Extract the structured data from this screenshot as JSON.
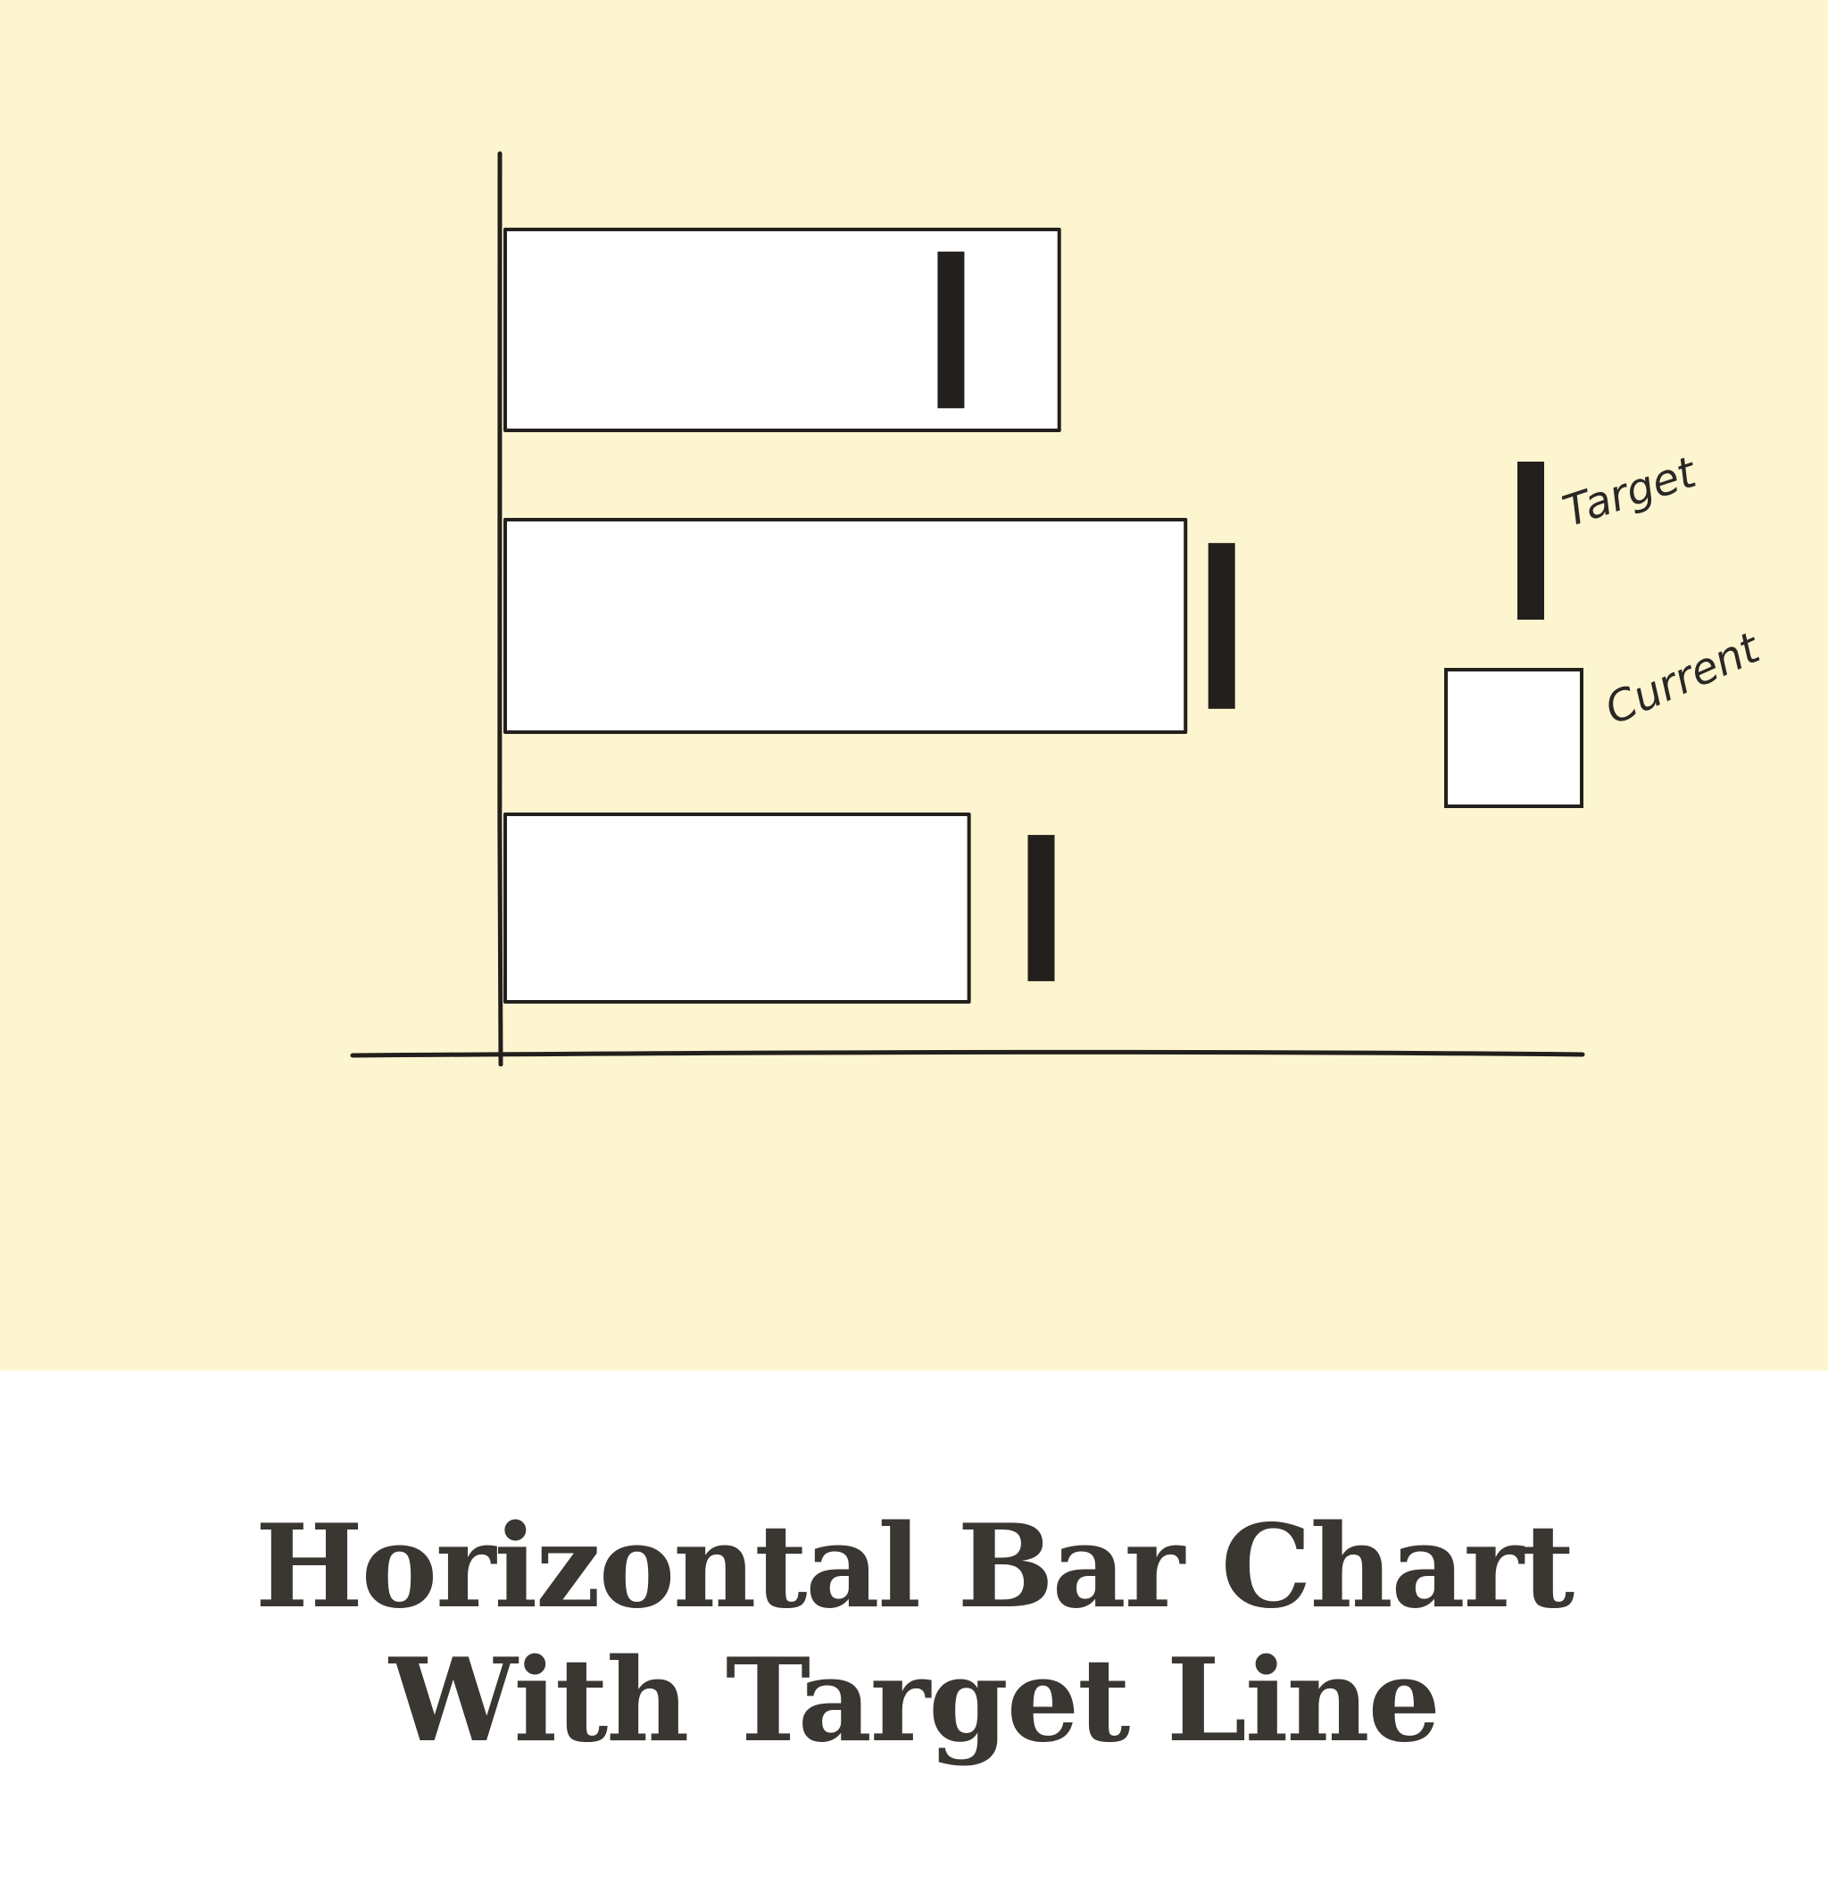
{
  "colors": {
    "panel_background": "#fdf5cf",
    "bar_fill": "#ffffff",
    "ink": "#231f1c",
    "caption_text": "#3a3733"
  },
  "caption": {
    "line1": "Horizontal Bar Chart",
    "line2": "With Target Line"
  },
  "chart_data": {
    "type": "bar",
    "orientation": "horizontal",
    "title": "",
    "xlabel": "",
    "ylabel": "",
    "categories": [
      "",
      "",
      ""
    ],
    "series": [
      {
        "name": "Current",
        "values": [
          6.2,
          7.6,
          5.2
        ]
      },
      {
        "name": "Target",
        "values": [
          5,
          8,
          6
        ]
      }
    ],
    "xlim": [
      0,
      12
    ],
    "grid": false,
    "legend": {
      "position": "right",
      "entries": [
        "Target",
        "Current"
      ]
    }
  }
}
